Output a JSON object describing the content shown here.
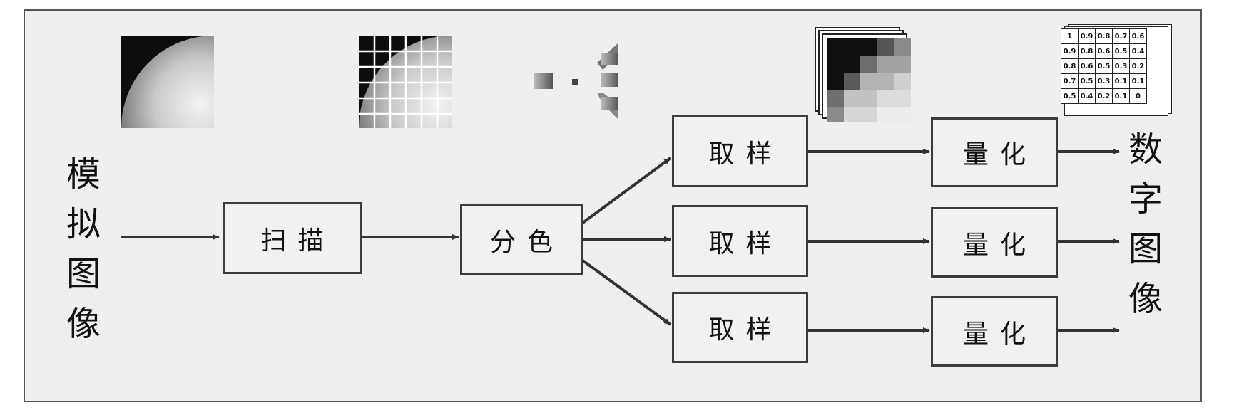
{
  "input_label": [
    "模",
    "拟",
    "图",
    "像"
  ],
  "output_label": [
    "数",
    "字",
    "图",
    "像"
  ],
  "steps": {
    "scan": "扫描",
    "separate": "分色",
    "sample": [
      "取样",
      "取样",
      "取样"
    ],
    "quantize": [
      "量化",
      "量化",
      "量化"
    ]
  },
  "quantized_matrix": [
    [
      "1",
      "0.9",
      "0.8",
      "0.7",
      "0.6"
    ],
    [
      "0.9",
      "0.8",
      "0.6",
      "0.5",
      "0.4"
    ],
    [
      "0.8",
      "0.6",
      "0.5",
      "0.3",
      "0.2"
    ],
    [
      "0.7",
      "0.5",
      "0.3",
      "0.1",
      "0.1"
    ],
    [
      "0.5",
      "0.4",
      "0.2",
      "0.1",
      "0"
    ]
  ]
}
